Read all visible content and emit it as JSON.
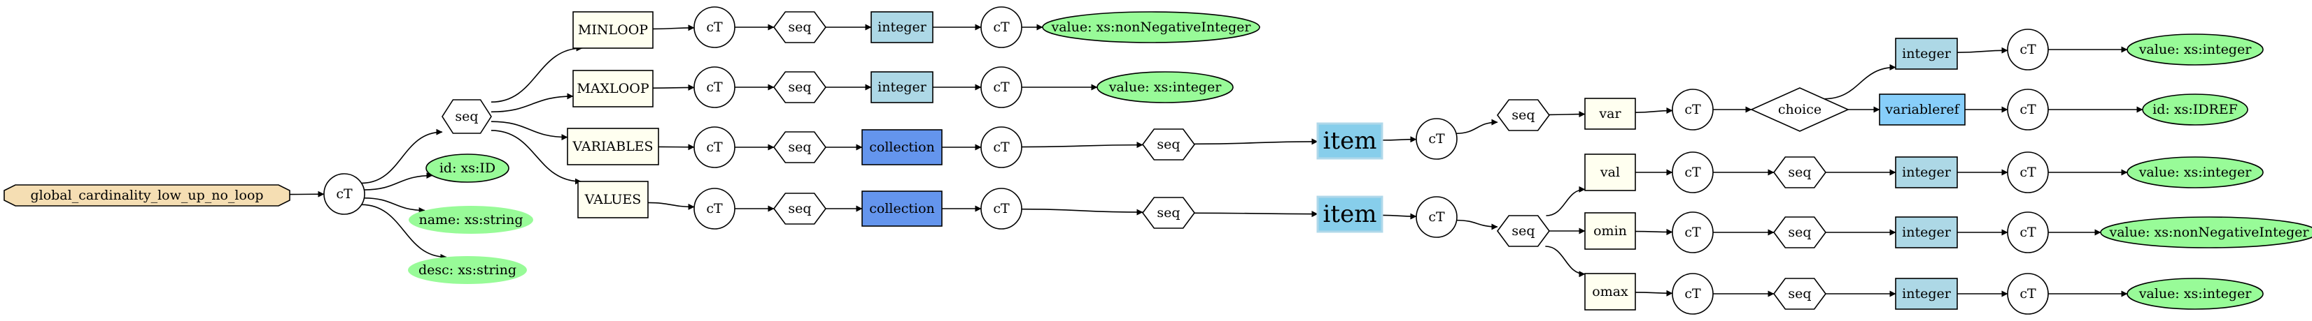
{
  "diagram": {
    "colors": {
      "root": "#f5deb3",
      "element": "#fffff0",
      "attr": "#98fb98",
      "type": "#add8e6",
      "collection": "#6495ed",
      "item": "#87ceeb",
      "varref": "#87cefa",
      "plain": "#ffffff"
    },
    "nodes": [
      {
        "id": "root",
        "label": "global_cardinality_low_up_no_loop",
        "shape": "octagon",
        "color": "root"
      },
      {
        "id": "ct0",
        "label": "cT",
        "shape": "circle",
        "color": "plain"
      },
      {
        "id": "seq0",
        "label": "seq",
        "shape": "hexagon",
        "color": "plain"
      },
      {
        "id": "id_attr",
        "label": "id: xs:ID",
        "shape": "ellipse",
        "color": "attr",
        "outlined": true
      },
      {
        "id": "name_attr",
        "label": "name: xs:string",
        "shape": "ellipse",
        "color": "attr",
        "outlined": false
      },
      {
        "id": "desc_attr",
        "label": "desc: xs:string",
        "shape": "ellipse",
        "color": "attr",
        "outlined": false
      },
      {
        "id": "minloop",
        "label": "MINLOOP",
        "shape": "box",
        "color": "element"
      },
      {
        "id": "ct_min",
        "label": "cT",
        "shape": "circle",
        "color": "plain"
      },
      {
        "id": "seq_min",
        "label": "seq",
        "shape": "hexagon",
        "color": "plain"
      },
      {
        "id": "int_min",
        "label": "integer",
        "shape": "box",
        "color": "type"
      },
      {
        "id": "ct_min2",
        "label": "cT",
        "shape": "circle",
        "color": "plain"
      },
      {
        "id": "val_min",
        "label": "value: xs:nonNegativeInteger",
        "shape": "ellipse",
        "color": "attr",
        "outlined": true
      },
      {
        "id": "maxloop",
        "label": "MAXLOOP",
        "shape": "box",
        "color": "element"
      },
      {
        "id": "ct_max",
        "label": "cT",
        "shape": "circle",
        "color": "plain"
      },
      {
        "id": "seq_max",
        "label": "seq",
        "shape": "hexagon",
        "color": "plain"
      },
      {
        "id": "int_max",
        "label": "integer",
        "shape": "box",
        "color": "type"
      },
      {
        "id": "ct_max2",
        "label": "cT",
        "shape": "circle",
        "color": "plain"
      },
      {
        "id": "val_max",
        "label": "value: xs:integer",
        "shape": "ellipse",
        "color": "attr",
        "outlined": true
      },
      {
        "id": "variables",
        "label": "VARIABLES",
        "shape": "box",
        "color": "element"
      },
      {
        "id": "ct_vars",
        "label": "cT",
        "shape": "circle",
        "color": "plain"
      },
      {
        "id": "seq_vars",
        "label": "seq",
        "shape": "hexagon",
        "color": "plain"
      },
      {
        "id": "coll_vars",
        "label": "collection",
        "shape": "box",
        "color": "collection"
      },
      {
        "id": "ct_vars2",
        "label": "cT",
        "shape": "circle",
        "color": "plain"
      },
      {
        "id": "seq_vars2",
        "label": "seq",
        "shape": "hexagon",
        "color": "plain"
      },
      {
        "id": "item_vars",
        "label": "item",
        "shape": "box",
        "color": "item",
        "large": true
      },
      {
        "id": "ct_iv",
        "label": "cT",
        "shape": "circle",
        "color": "plain"
      },
      {
        "id": "seq_iv",
        "label": "seq",
        "shape": "hexagon",
        "color": "plain"
      },
      {
        "id": "var_el",
        "label": "var",
        "shape": "box",
        "color": "element"
      },
      {
        "id": "ct_var",
        "label": "cT",
        "shape": "circle",
        "color": "plain"
      },
      {
        "id": "choice",
        "label": "choice",
        "shape": "diamond",
        "color": "plain"
      },
      {
        "id": "int_choice",
        "label": "integer",
        "shape": "box",
        "color": "type"
      },
      {
        "id": "ct_ic",
        "label": "cT",
        "shape": "circle",
        "color": "plain"
      },
      {
        "id": "val_ic",
        "label": "value: xs:integer",
        "shape": "ellipse",
        "color": "attr",
        "outlined": true
      },
      {
        "id": "varref",
        "label": "variableref",
        "shape": "box",
        "color": "varref"
      },
      {
        "id": "ct_vr",
        "label": "cT",
        "shape": "circle",
        "color": "plain"
      },
      {
        "id": "idref",
        "label": "id: xs:IDREF",
        "shape": "ellipse",
        "color": "attr",
        "outlined": true
      },
      {
        "id": "values",
        "label": "VALUES",
        "shape": "box",
        "color": "element"
      },
      {
        "id": "ct_vals",
        "label": "cT",
        "shape": "circle",
        "color": "plain"
      },
      {
        "id": "seq_vals",
        "label": "seq",
        "shape": "hexagon",
        "color": "plain"
      },
      {
        "id": "coll_vals",
        "label": "collection",
        "shape": "box",
        "color": "collection"
      },
      {
        "id": "ct_vals2",
        "label": "cT",
        "shape": "circle",
        "color": "plain"
      },
      {
        "id": "seq_vals2",
        "label": "seq",
        "shape": "hexagon",
        "color": "plain"
      },
      {
        "id": "item_vals",
        "label": "item",
        "shape": "box",
        "color": "item",
        "large": true
      },
      {
        "id": "ct_ival",
        "label": "cT",
        "shape": "circle",
        "color": "plain"
      },
      {
        "id": "seq_ival",
        "label": "seq",
        "shape": "hexagon",
        "color": "plain"
      },
      {
        "id": "val_el",
        "label": "val",
        "shape": "box",
        "color": "element"
      },
      {
        "id": "ct_val",
        "label": "cT",
        "shape": "circle",
        "color": "plain"
      },
      {
        "id": "seq_val",
        "label": "seq",
        "shape": "hexagon",
        "color": "plain"
      },
      {
        "id": "int_val",
        "label": "integer",
        "shape": "box",
        "color": "type"
      },
      {
        "id": "ct_val2",
        "label": "cT",
        "shape": "circle",
        "color": "plain"
      },
      {
        "id": "v_val",
        "label": "value: xs:integer",
        "shape": "ellipse",
        "color": "attr",
        "outlined": true
      },
      {
        "id": "omin_el",
        "label": "omin",
        "shape": "box",
        "color": "element"
      },
      {
        "id": "ct_omin",
        "label": "cT",
        "shape": "circle",
        "color": "plain"
      },
      {
        "id": "seq_omin",
        "label": "seq",
        "shape": "hexagon",
        "color": "plain"
      },
      {
        "id": "int_omin",
        "label": "integer",
        "shape": "box",
        "color": "type"
      },
      {
        "id": "ct_omin2",
        "label": "cT",
        "shape": "circle",
        "color": "plain"
      },
      {
        "id": "v_omin",
        "label": "value: xs:nonNegativeInteger",
        "shape": "ellipse",
        "color": "attr",
        "outlined": true
      },
      {
        "id": "omax_el",
        "label": "omax",
        "shape": "box",
        "color": "element"
      },
      {
        "id": "ct_omax",
        "label": "cT",
        "shape": "circle",
        "color": "plain"
      },
      {
        "id": "seq_omax",
        "label": "seq",
        "shape": "hexagon",
        "color": "plain"
      },
      {
        "id": "int_omax",
        "label": "integer",
        "shape": "box",
        "color": "type"
      },
      {
        "id": "ct_omax2",
        "label": "cT",
        "shape": "circle",
        "color": "plain"
      },
      {
        "id": "v_omax",
        "label": "value: xs:integer",
        "shape": "ellipse",
        "color": "attr",
        "outlined": true
      }
    ],
    "edges": [
      [
        "root",
        "ct0"
      ],
      [
        "ct0",
        "seq0"
      ],
      [
        "ct0",
        "id_attr"
      ],
      [
        "ct0",
        "name_attr"
      ],
      [
        "ct0",
        "desc_attr"
      ],
      [
        "seq0",
        "minloop"
      ],
      [
        "seq0",
        "maxloop"
      ],
      [
        "seq0",
        "variables"
      ],
      [
        "seq0",
        "values"
      ],
      [
        "minloop",
        "ct_min"
      ],
      [
        "ct_min",
        "seq_min"
      ],
      [
        "seq_min",
        "int_min"
      ],
      [
        "int_min",
        "ct_min2"
      ],
      [
        "ct_min2",
        "val_min"
      ],
      [
        "maxloop",
        "ct_max"
      ],
      [
        "ct_max",
        "seq_max"
      ],
      [
        "seq_max",
        "int_max"
      ],
      [
        "int_max",
        "ct_max2"
      ],
      [
        "ct_max2",
        "val_max"
      ],
      [
        "variables",
        "ct_vars"
      ],
      [
        "ct_vars",
        "seq_vars"
      ],
      [
        "seq_vars",
        "coll_vars"
      ],
      [
        "coll_vars",
        "ct_vars2"
      ],
      [
        "ct_vars2",
        "seq_vars2"
      ],
      [
        "seq_vars2",
        "item_vars"
      ],
      [
        "item_vars",
        "ct_iv"
      ],
      [
        "ct_iv",
        "seq_iv"
      ],
      [
        "seq_iv",
        "var_el"
      ],
      [
        "var_el",
        "ct_var"
      ],
      [
        "ct_var",
        "choice"
      ],
      [
        "choice",
        "int_choice"
      ],
      [
        "int_choice",
        "ct_ic"
      ],
      [
        "ct_ic",
        "val_ic"
      ],
      [
        "choice",
        "varref"
      ],
      [
        "varref",
        "ct_vr"
      ],
      [
        "ct_vr",
        "idref"
      ],
      [
        "values",
        "ct_vals"
      ],
      [
        "ct_vals",
        "seq_vals"
      ],
      [
        "seq_vals",
        "coll_vals"
      ],
      [
        "coll_vals",
        "ct_vals2"
      ],
      [
        "ct_vals2",
        "seq_vals2"
      ],
      [
        "seq_vals2",
        "item_vals"
      ],
      [
        "item_vals",
        "ct_ival"
      ],
      [
        "ct_ival",
        "seq_ival"
      ],
      [
        "seq_ival",
        "val_el"
      ],
      [
        "seq_ival",
        "omin_el"
      ],
      [
        "seq_ival",
        "omax_el"
      ],
      [
        "val_el",
        "ct_val"
      ],
      [
        "ct_val",
        "seq_val"
      ],
      [
        "seq_val",
        "int_val"
      ],
      [
        "int_val",
        "ct_val2"
      ],
      [
        "ct_val2",
        "v_val"
      ],
      [
        "omin_el",
        "ct_omin"
      ],
      [
        "ct_omin",
        "seq_omin"
      ],
      [
        "seq_omin",
        "int_omin"
      ],
      [
        "int_omin",
        "ct_omin2"
      ],
      [
        "ct_omin2",
        "v_omin"
      ],
      [
        "omax_el",
        "ct_omax"
      ],
      [
        "ct_omax",
        "seq_omax"
      ],
      [
        "seq_omax",
        "int_omax"
      ],
      [
        "int_omax",
        "ct_omax2"
      ],
      [
        "ct_omax2",
        "v_omax"
      ]
    ]
  }
}
